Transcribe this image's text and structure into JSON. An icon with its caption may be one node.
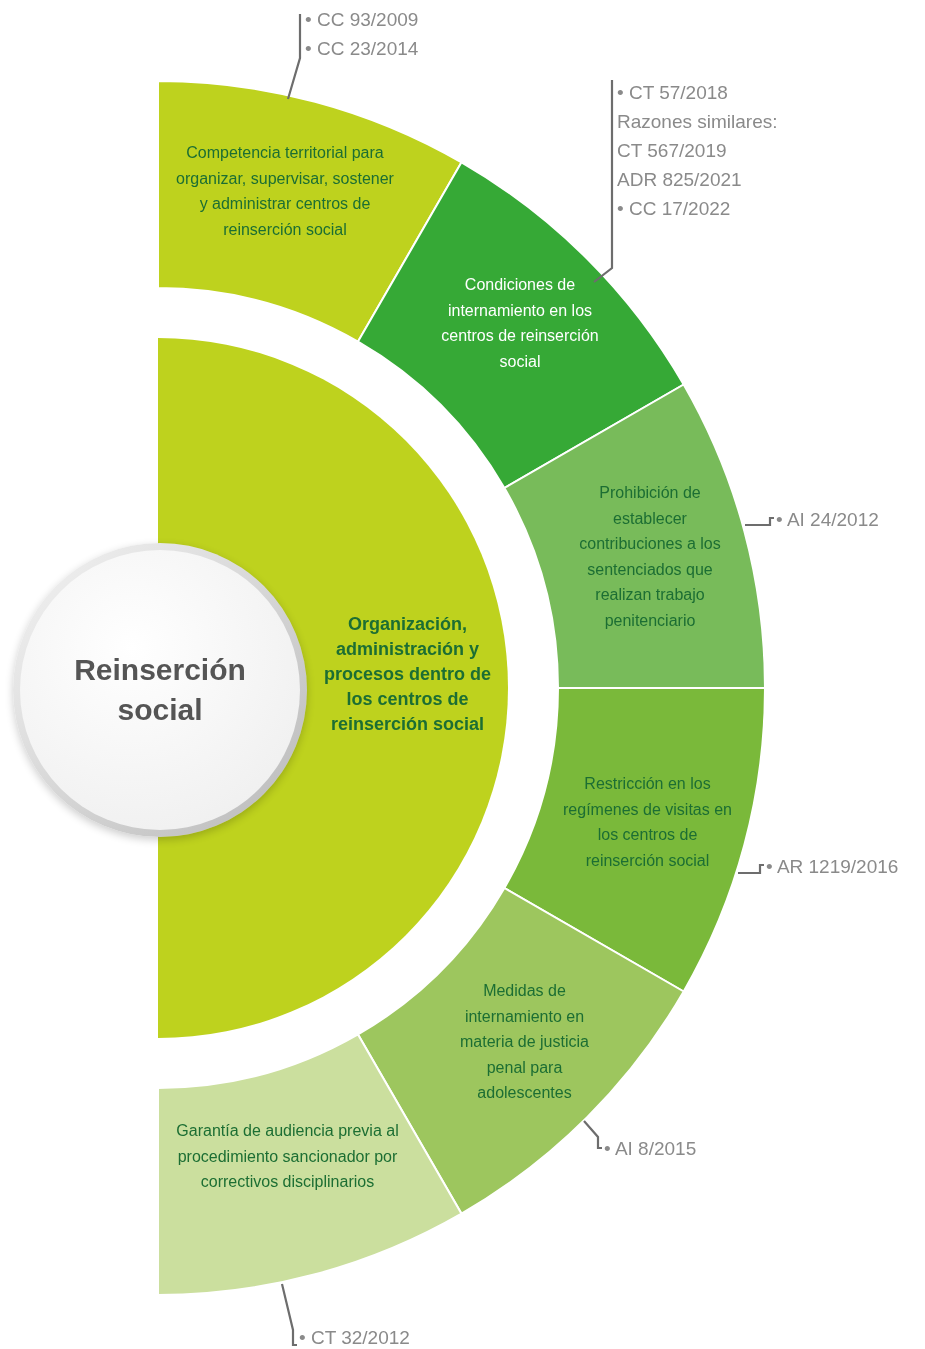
{
  "diagram": {
    "nodes": [
      {
        "text": [
          "Reinserción social"
        ]
      },
      {
        "text": [
          "Organización, administración y procesos dentro de los centros de reinserción social"
        ]
      },
      {
        "text": [
          "Competencia territorial para organizar, supervisar, sostener y administrar centros de reinserción social"
        ]
      },
      {
        "text": [
          "Condiciones de internamiento en los centros de reinserción social"
        ]
      },
      {
        "text": [
          "Prohibición de establecer contribuciones a los sentenciados que realizan trabajo penitenciario"
        ]
      },
      {
        "text": [
          "Restricción en los regímenes de visitas en los centros de reinserción social"
        ]
      },
      {
        "text": [
          "Medidas de internamiento en materia de justicia penal para adolescentes"
        ]
      },
      {
        "text": [
          "Garantía de audiencia previa al procedimiento sancionador por correctivos disciplinarios"
        ]
      },
      {
        "text": [
          "• CC 93/2009",
          "• CC 23/2014"
        ]
      },
      {
        "text": [
          "• CT 57/2018",
          "Razones similares:",
          "CT 567/2019",
          "ADR 825/2021",
          "• CC 17/2022"
        ]
      },
      {
        "text": [
          "• AI 24/2012"
        ]
      },
      {
        "text": [
          "• AR 1219/2016"
        ]
      },
      {
        "text": [
          "• AI 8/2015"
        ]
      },
      {
        "text": [
          "• CT 32/2012"
        ]
      }
    ],
    "edges": [
      {
        "from": 8,
        "to": 2,
        "arrow": "none"
      },
      {
        "from": 9,
        "to": 3,
        "arrow": "none"
      },
      {
        "from": 10,
        "to": 4,
        "arrow": "none"
      },
      {
        "from": 11,
        "to": 5,
        "arrow": "none"
      },
      {
        "from": 12,
        "to": 6,
        "arrow": "none"
      },
      {
        "from": 13,
        "to": 7,
        "arrow": "none"
      }
    ]
  }
}
